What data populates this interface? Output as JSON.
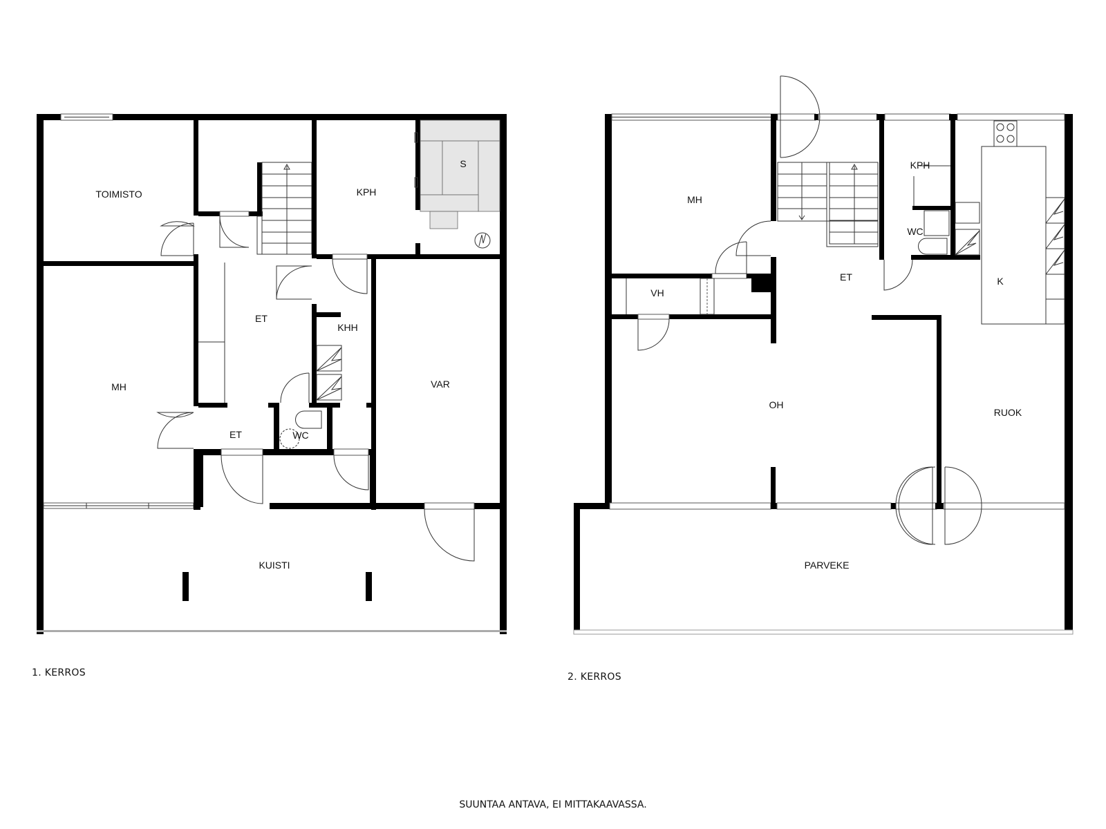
{
  "floors": [
    {
      "label": "1. KERROS",
      "rooms": {
        "toimisto": "TOIMISTO",
        "mh": "MH",
        "et_main": "ET",
        "et_lower": "ET",
        "kph": "KPH",
        "sauna": "S",
        "khh": "KHH",
        "wc": "WC",
        "var": "VAR",
        "kuisti": "KUISTI"
      }
    },
    {
      "label": "2. KERROS",
      "rooms": {
        "mh": "MH",
        "vh": "VH",
        "et": "ET",
        "kph": "KPH",
        "wc": "WC",
        "k": "K",
        "oh": "OH",
        "ruok": "RUOK",
        "parveke": "PARVEKE"
      }
    }
  ],
  "footer_note": "SUUNTAA ANTAVA, EI MITTAKAAVASSA.",
  "colors": {
    "wall": "#000000",
    "line": "#333333",
    "background": "#ffffff"
  }
}
